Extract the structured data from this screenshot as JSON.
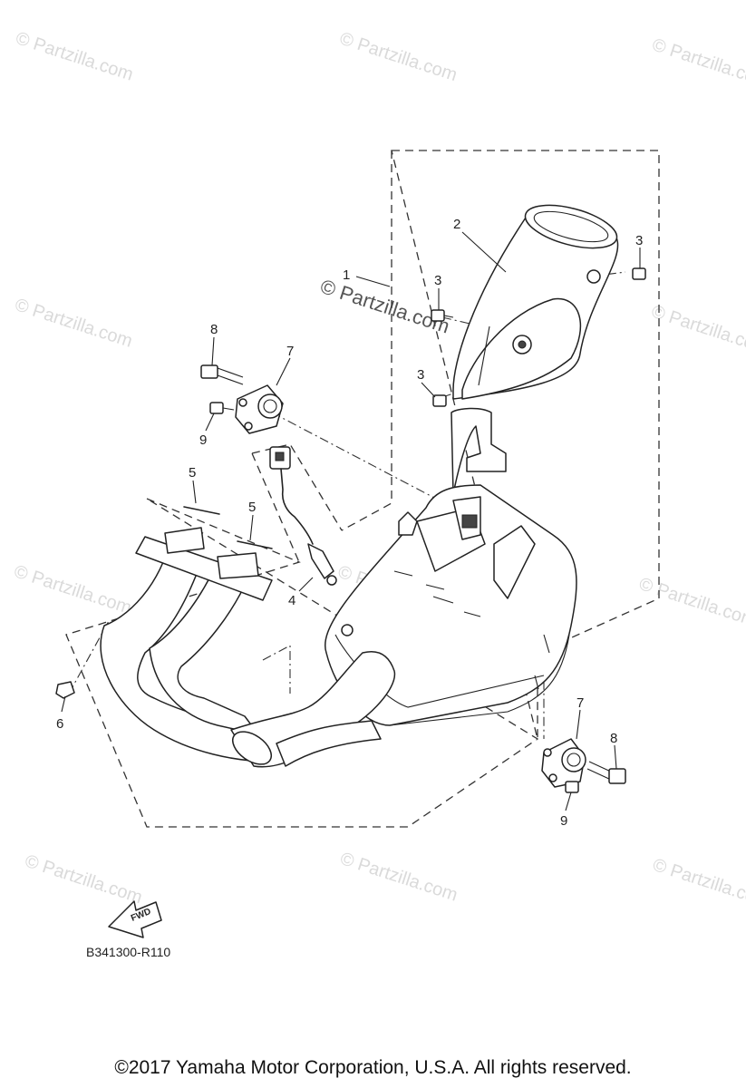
{
  "watermark": "© Partzilla.com",
  "watermark_center": "© Partzilla.com",
  "callouts": {
    "c1": "1",
    "c2": "2",
    "c3a": "3",
    "c3b": "3",
    "c3c": "3",
    "c4": "4",
    "c5a": "5",
    "c5b": "5",
    "c6": "6",
    "c7a": "7",
    "c7b": "7",
    "c8a": "8",
    "c8b": "8",
    "c9a": "9",
    "c9b": "9"
  },
  "fwd_label": "FWD",
  "diagram_code": "B341300-R110",
  "copyright": "©2017  Yamaha Motor Corporation, U.S.A. All rights reserved."
}
